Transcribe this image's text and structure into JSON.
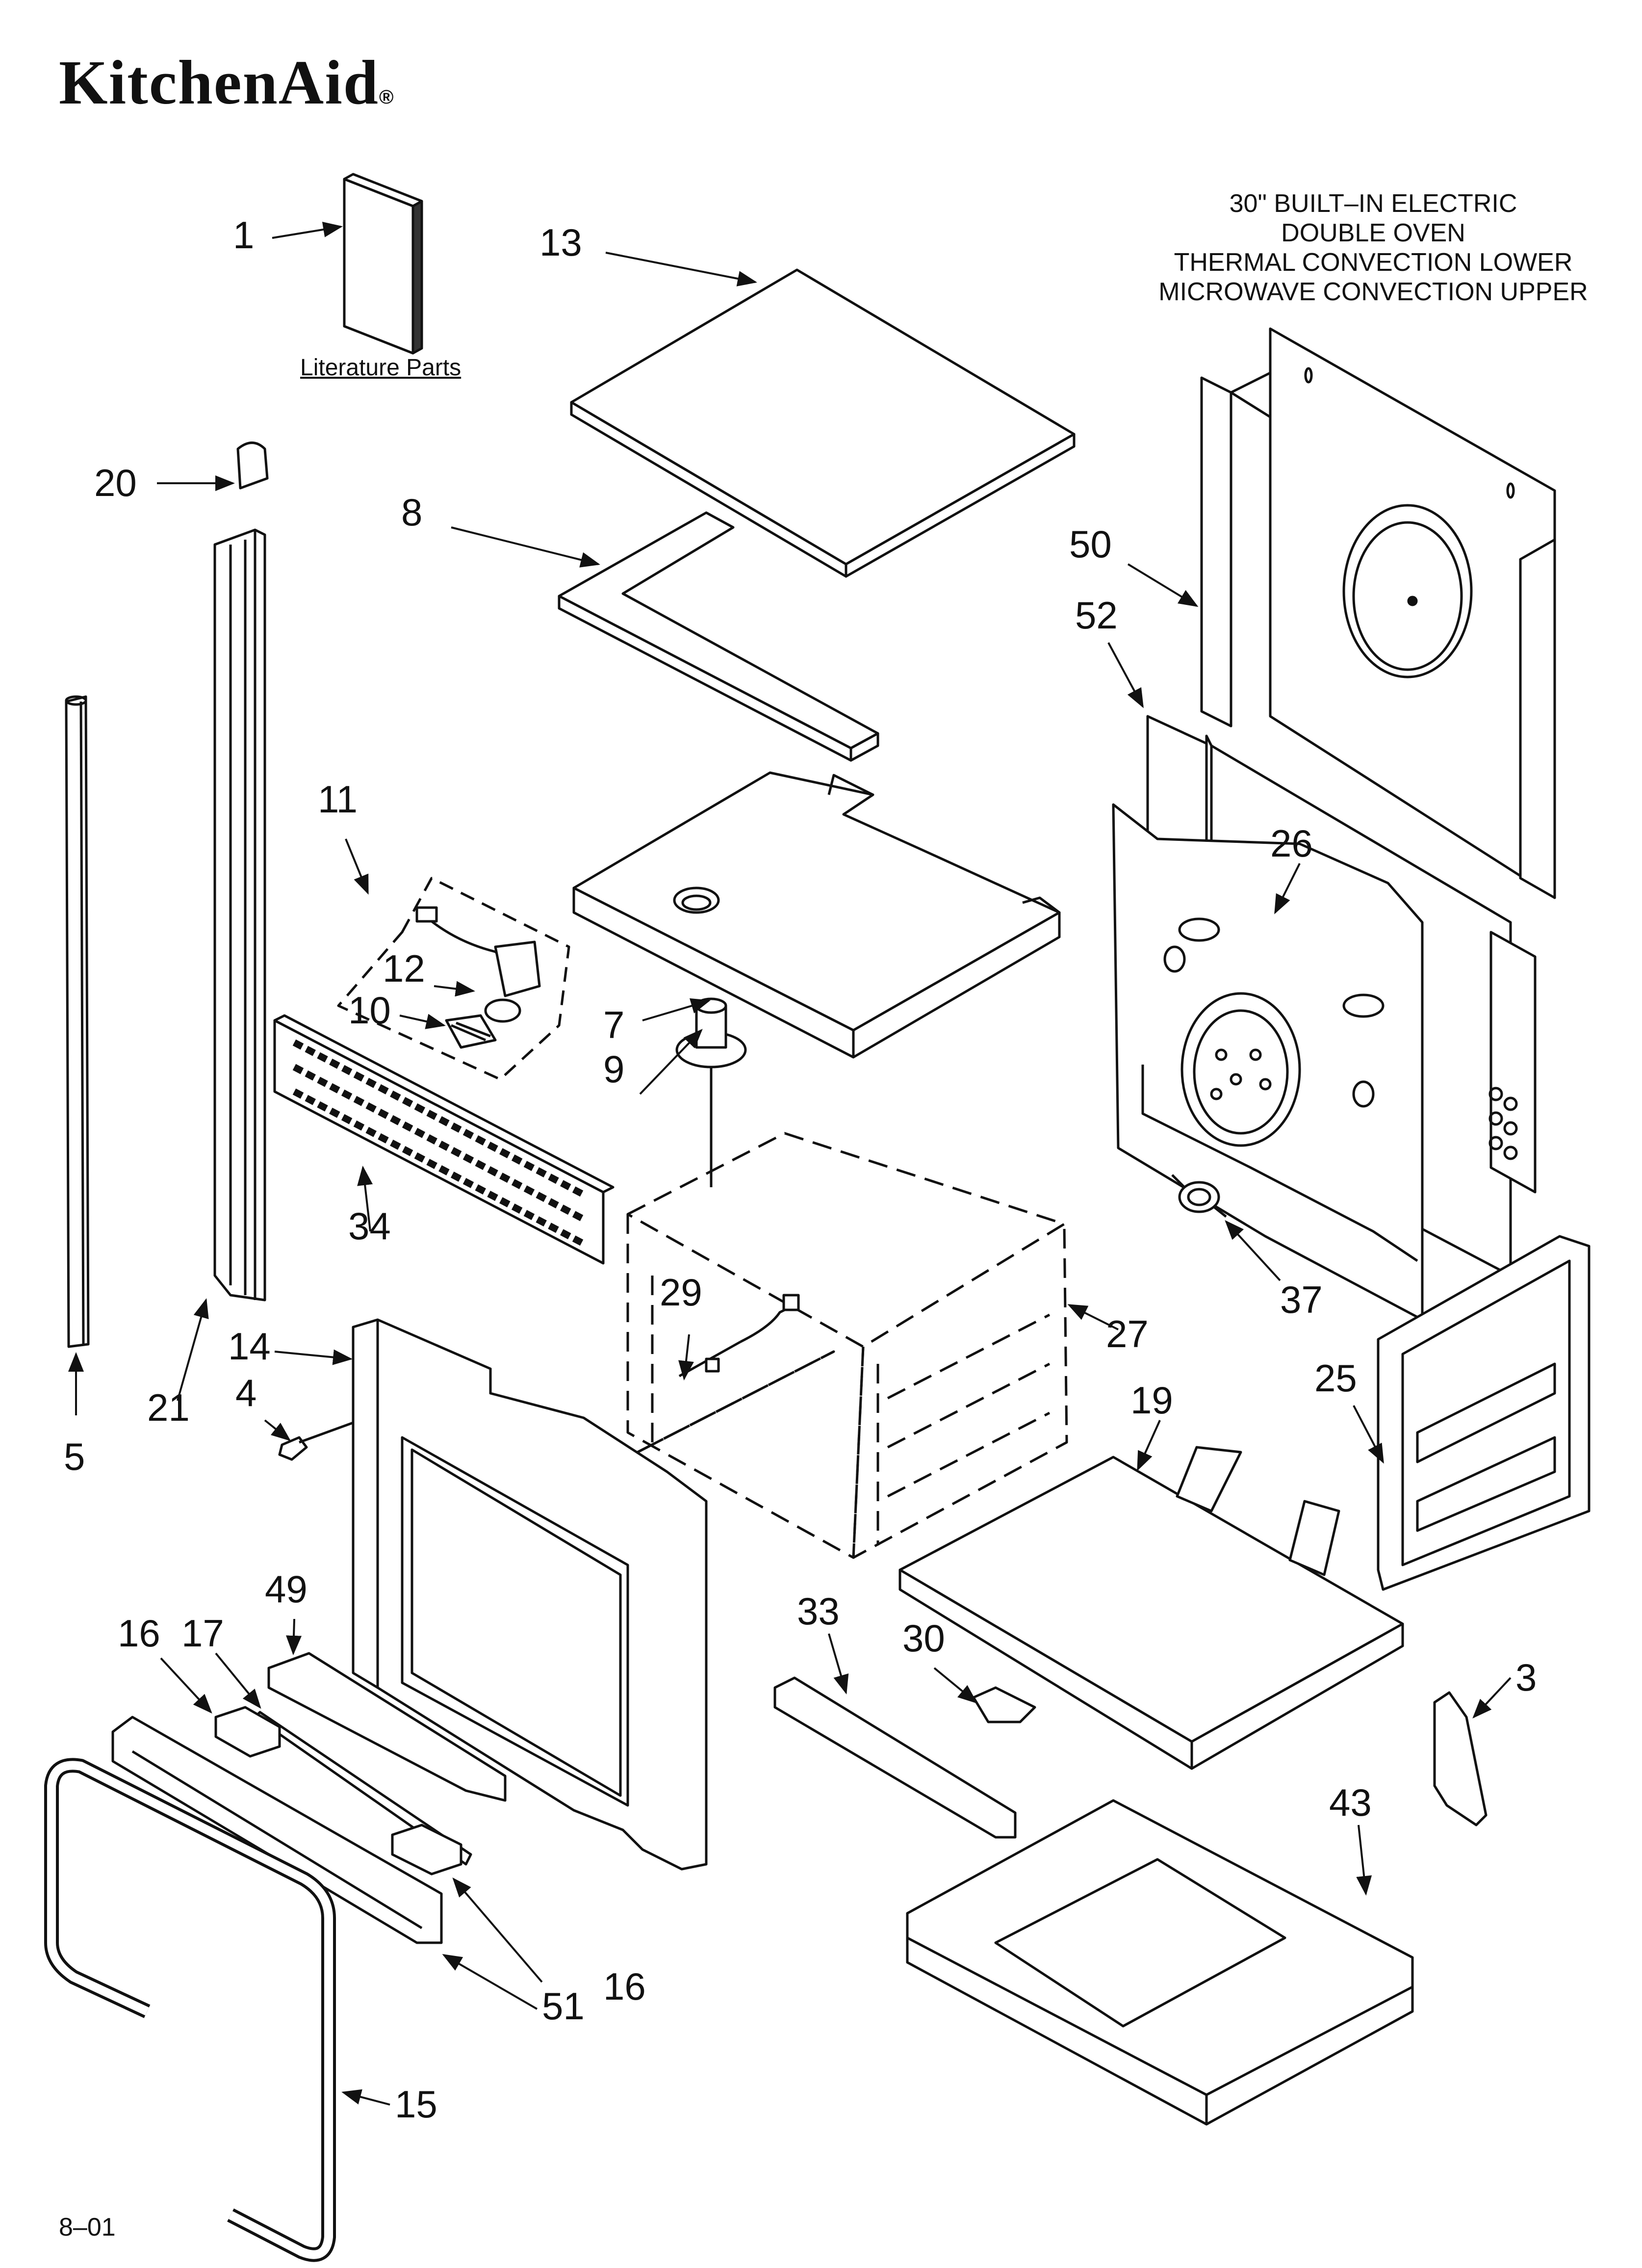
{
  "brand": {
    "name": "KitchenAid",
    "registered_mark": "®"
  },
  "title": {
    "lines": [
      "30\" BUILT–IN ELECTRIC",
      "DOUBLE OVEN",
      "THERMAL CONVECTION LOWER",
      "MICROWAVE CONVECTION UPPER"
    ]
  },
  "literature_label": "Literature Parts",
  "footer_code": "8–01",
  "callouts": [
    "1",
    "13",
    "20",
    "8",
    "50",
    "52",
    "26",
    "11",
    "12",
    "10",
    "7",
    "9",
    "34",
    "37",
    "29",
    "27",
    "14",
    "4",
    "21",
    "5",
    "25",
    "19",
    "49",
    "33",
    "30",
    "16",
    "17",
    "3",
    "43",
    "51",
    "16",
    "15"
  ],
  "colors": {
    "ink": "#111111",
    "paper": "#ffffff"
  }
}
